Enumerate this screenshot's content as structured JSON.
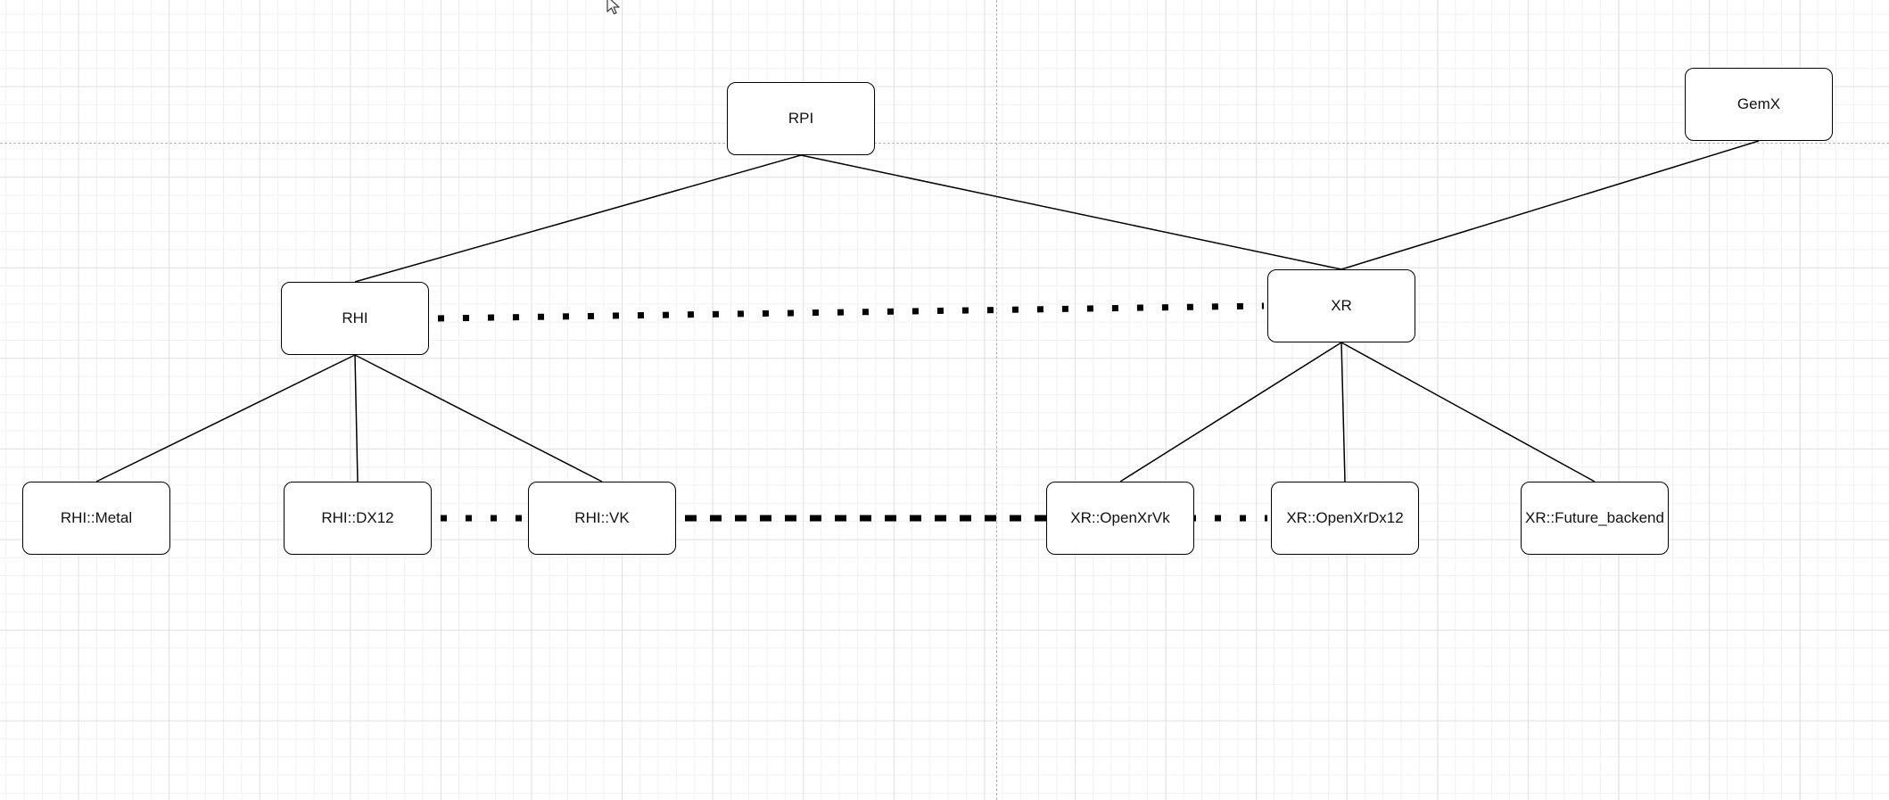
{
  "diagram": {
    "nodes": [
      {
        "id": "rpi",
        "label": "RPI"
      },
      {
        "id": "gemx",
        "label": "GemX"
      },
      {
        "id": "rhi",
        "label": "RHI"
      },
      {
        "id": "xr",
        "label": "XR"
      },
      {
        "id": "rhi_metal",
        "label": "RHI::Metal"
      },
      {
        "id": "rhi_dx12",
        "label": "RHI::DX12"
      },
      {
        "id": "rhi_vk",
        "label": "RHI::VK"
      },
      {
        "id": "xr_openxrvk",
        "label": "XR::OpenXrVk"
      },
      {
        "id": "xr_openxrdx12",
        "label": "XR::OpenXrDx12"
      },
      {
        "id": "xr_future_backend",
        "label": "XR::Future_backend"
      }
    ],
    "edges": [
      {
        "from": "rpi",
        "to": "rhi",
        "style": "solid"
      },
      {
        "from": "rpi",
        "to": "xr",
        "style": "solid"
      },
      {
        "from": "gemx",
        "to": "xr",
        "style": "solid"
      },
      {
        "from": "rhi",
        "to": "rhi_metal",
        "style": "solid"
      },
      {
        "from": "rhi",
        "to": "rhi_dx12",
        "style": "solid"
      },
      {
        "from": "rhi",
        "to": "rhi_vk",
        "style": "solid"
      },
      {
        "from": "xr",
        "to": "xr_openxrvk",
        "style": "solid"
      },
      {
        "from": "xr",
        "to": "xr_openxrdx12",
        "style": "solid"
      },
      {
        "from": "xr",
        "to": "xr_future_backend",
        "style": "solid"
      },
      {
        "from": "rhi",
        "to": "xr",
        "style": "dotted"
      },
      {
        "from": "rhi_vk",
        "to": "xr_openxrvk",
        "style": "dotted"
      },
      {
        "from": "rhi_dx12",
        "to": "xr_openxrdx12",
        "style": "dotted"
      }
    ]
  },
  "colors": {
    "node_border": "#000000",
    "node_fill": "#ffffff",
    "edge": "#000000",
    "grid_major": "#e2e2e2",
    "grid_minor": "#f1f1f1",
    "guide": "#b5b5b5"
  },
  "icons": {
    "cursor": "arrow-cursor-icon"
  }
}
